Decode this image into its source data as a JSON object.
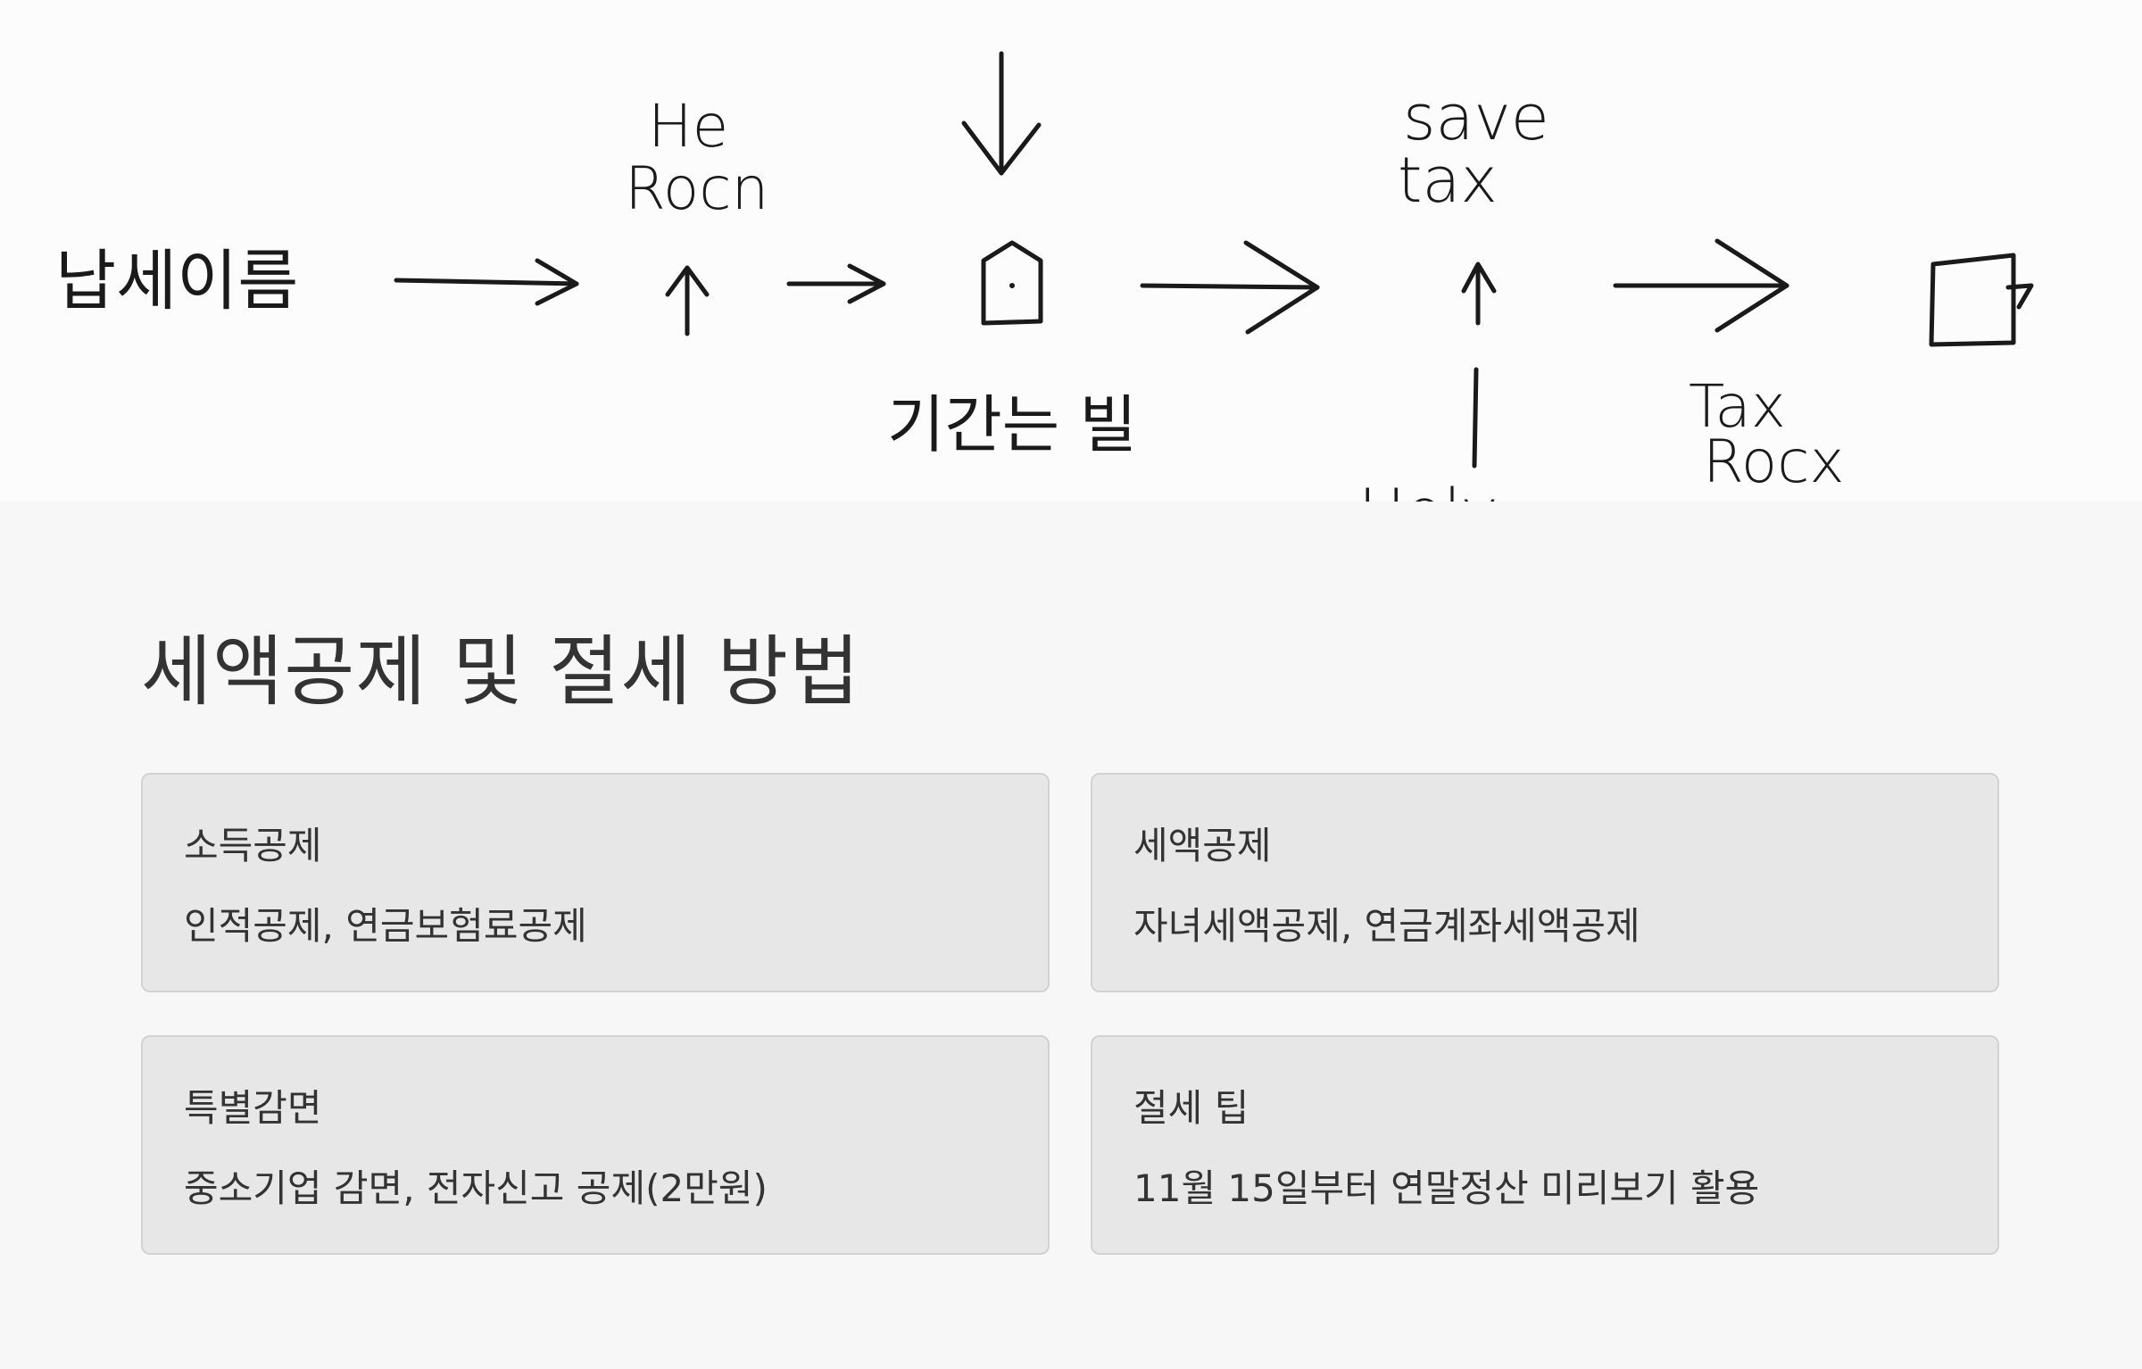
{
  "hero_image": {
    "labels": {
      "start": "납세이름",
      "he": "He",
      "rocn": "Rocn",
      "below_house": "기간는 빌",
      "save": "save",
      "tax": "tax",
      "bottom_cut": "Holy",
      "tax2": "Tax",
      "rocx": "Rocx"
    }
  },
  "section": {
    "title": "세액공제 및 절세 방법"
  },
  "cards": [
    {
      "title": "소득공제",
      "body": "인적공제, 연금보험료공제"
    },
    {
      "title": "세액공제",
      "body": "자녀세액공제, 연금계좌세액공제"
    },
    {
      "title": "특별감면",
      "body": "중소기업 감면, 전자신고 공제(2만원)"
    },
    {
      "title": "절세 팁",
      "body": "11월 15일부터 연말정산 미리보기 활용"
    }
  ]
}
